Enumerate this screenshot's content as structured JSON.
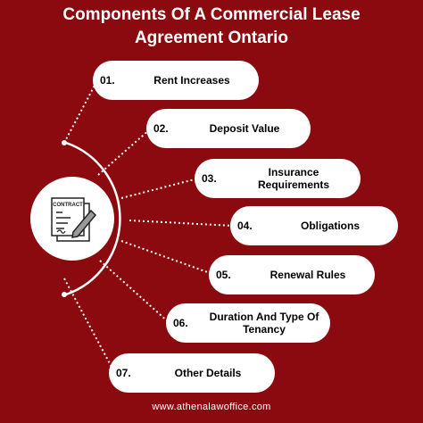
{
  "title_line1": "Components Of A Commercial Lease",
  "title_line2": "Agreement Ontario",
  "document_icon_label": "CONTRACT",
  "items": [
    {
      "num": "01.",
      "label": "Rent Increases"
    },
    {
      "num": "02.",
      "label": "Deposit Value"
    },
    {
      "num": "03.",
      "label": "Insurance Requirements"
    },
    {
      "num": "04.",
      "label": "Obligations"
    },
    {
      "num": "05.",
      "label": "Renewal Rules"
    },
    {
      "num": "06.",
      "label": "Duration And Type Of Tenancy"
    },
    {
      "num": "07.",
      "label": "Other Details"
    }
  ],
  "footer": "www.athenalawoffice.com",
  "colors": {
    "background": "#8b0a0f",
    "pill": "#ffffff",
    "text": "#000000"
  }
}
